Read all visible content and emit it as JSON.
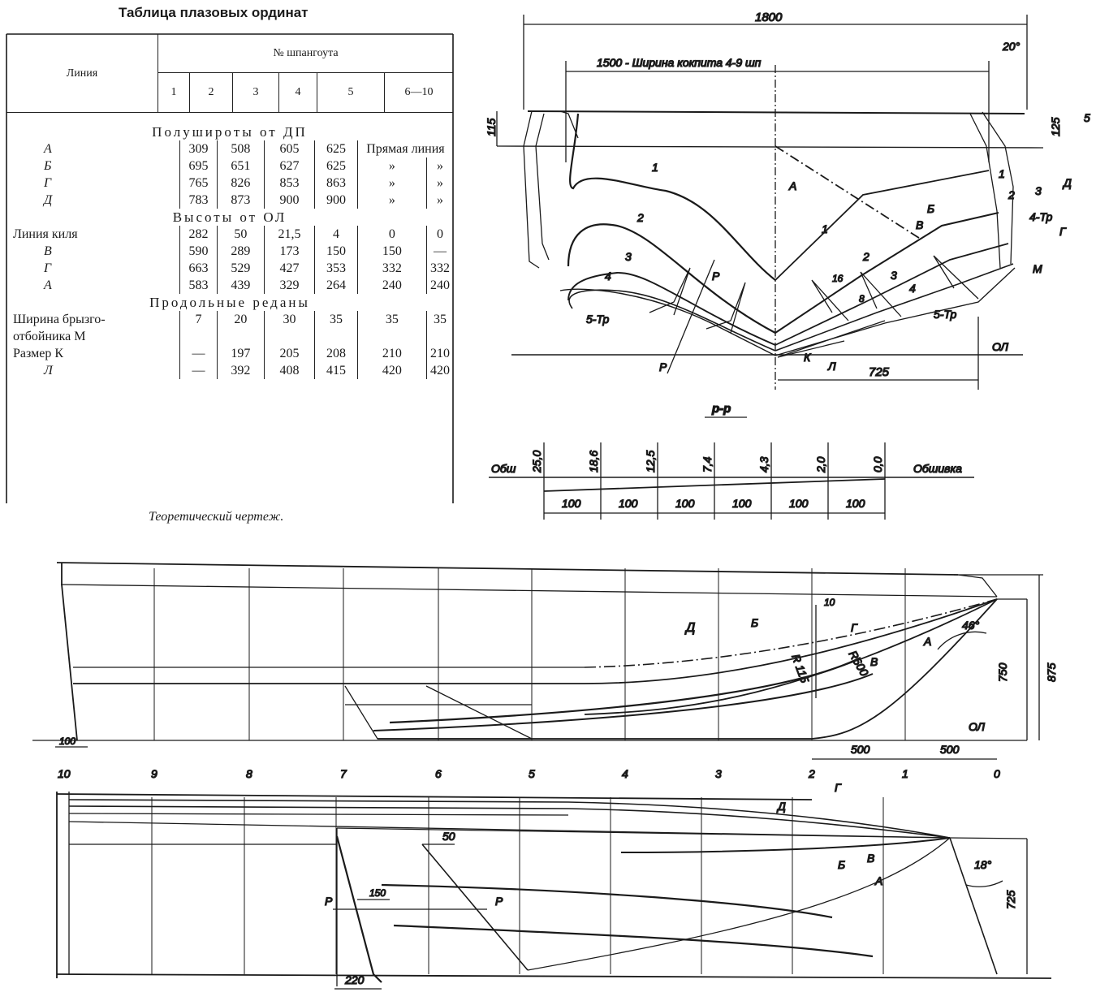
{
  "table": {
    "title": "Таблица плазовых ординат",
    "col_line": "Линия",
    "col_frames": "№ шпангоута",
    "frames": [
      "1",
      "2",
      "3",
      "4",
      "5",
      "6—10"
    ],
    "sections": [
      {
        "title": "Полуширoты от ДП",
        "rows": [
          {
            "label": "А",
            "values": [
              "309",
              "508",
              "605",
              "625",
              "Прямая линия",
              ""
            ]
          },
          {
            "label": "Б",
            "values": [
              "695",
              "651",
              "627",
              "625",
              "»",
              "»"
            ]
          },
          {
            "label": "Г",
            "values": [
              "765",
              "826",
              "853",
              "863",
              "»",
              "»"
            ]
          },
          {
            "label": "Д",
            "values": [
              "783",
              "873",
              "900",
              "900",
              "»",
              "»"
            ]
          }
        ]
      },
      {
        "title": "Высоты от ОЛ",
        "rows": [
          {
            "label": "Линия киля",
            "values": [
              "282",
              "50",
              "21,5",
              "4",
              "0",
              "0"
            ]
          },
          {
            "label": "В",
            "values": [
              "590",
              "289",
              "173",
              "150",
              "150",
              "—"
            ]
          },
          {
            "label": "Г",
            "values": [
              "663",
              "529",
              "427",
              "353",
              "332",
              "332"
            ]
          },
          {
            "label": "А",
            "values": [
              "583",
              "439",
              "329",
              "264",
              "240",
              "240"
            ]
          }
        ]
      },
      {
        "title": "Продольные реданы",
        "rows": [
          {
            "label": "Ширина брызго-",
            "values": [
              "7",
              "20",
              "30",
              "35",
              "35",
              "35"
            ]
          },
          {
            "label": "отбойника М",
            "values": [
              "",
              "",
              "",
              "",
              "",
              ""
            ]
          },
          {
            "label": "Размер К",
            "values": [
              "—",
              "197",
              "205",
              "208",
              "210",
              "210"
            ]
          },
          {
            "label": "Л",
            "values": [
              "—",
              "392",
              "408",
              "415",
              "420",
              "420"
            ]
          }
        ]
      }
    ]
  },
  "caption": "Теоретический чертеж.",
  "body_plan": {
    "dims": {
      "overall": "1800",
      "cockpit": "1500 - Ширина кокпита 4-9 шп",
      "angle": "20°",
      "h115": "115",
      "h125": "125",
      "h5": "5",
      "d725": "725",
      "d16": "16",
      "d8": "8"
    },
    "labels": {
      "ol": "ОЛ",
      "k": "К",
      "l": "Л",
      "m": "М",
      "p": "Р",
      "a": "А",
      "b": "Б",
      "v": "В",
      "g": "Г",
      "d": "Д",
      "s1": "1",
      "s2": "2",
      "s3": "3",
      "s4": "4",
      "s5": "5-Тр",
      "s4tr": "4-Тр",
      "sec": "р-р"
    }
  },
  "plating": {
    "label_left": "Обш",
    "label_right": "Обшивка",
    "values": [
      "25,0",
      "18,6",
      "12,5",
      "7,4",
      "4,3",
      "2,0",
      "0,0"
    ],
    "spans": [
      "100",
      "100",
      "100",
      "100",
      "100",
      "100"
    ]
  },
  "profile": {
    "frames": [
      "10",
      "9",
      "8",
      "7",
      "6",
      "5",
      "4",
      "3",
      "2",
      "1",
      "0"
    ],
    "labels": {
      "d": "Д",
      "b": "Б",
      "g": "Г",
      "v": "В",
      "a": "А",
      "ol": "ОЛ",
      "r115": "R 115",
      "r600": "R600",
      "d10": "10",
      "d100": "100",
      "d500a": "500",
      "d500b": "500",
      "h750": "750",
      "h875": "875",
      "ang": "46°"
    }
  },
  "plan": {
    "labels": {
      "d": "Д",
      "g": "Г",
      "b": "Б",
      "v": "В",
      "a": "А",
      "p1": "Р",
      "p2": "Р",
      "d50": "50",
      "d150": "150",
      "d220": "220",
      "d725": "725",
      "ang": "18°"
    }
  }
}
